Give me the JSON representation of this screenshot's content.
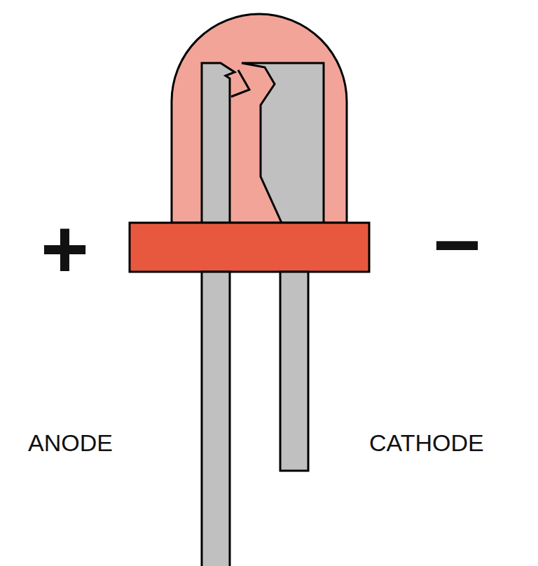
{
  "diagram": {
    "labels": [
      "+",
      "−",
      "ANODE",
      "CATHODE"
    ]
  }
}
